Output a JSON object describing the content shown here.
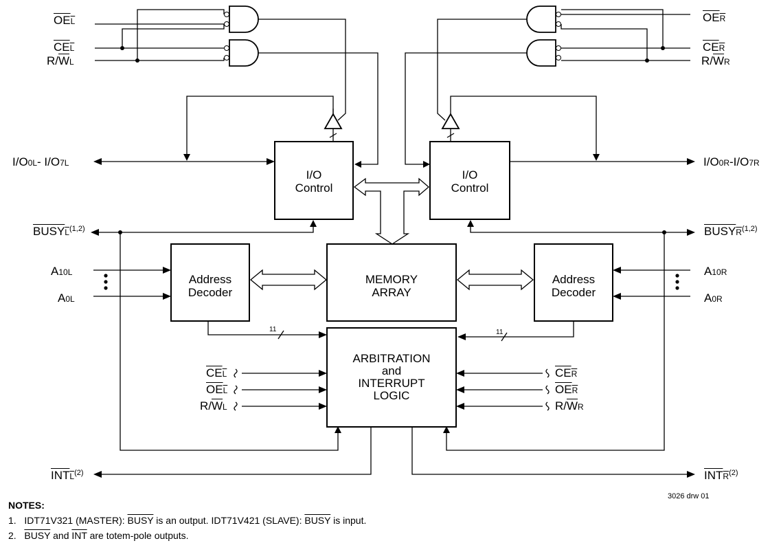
{
  "labels": {
    "oe_l_main": "OE",
    "oe_l_sub": "L",
    "ce_l_main": "CE",
    "ce_l_sub": "L",
    "rw_l_a": "R/",
    "rw_l_b": "W",
    "rw_l_sub": "L",
    "oe_r_main": "OE",
    "oe_r_sub": "R",
    "ce_r_main": "CE",
    "ce_r_sub": "R",
    "rw_r_a": "R/",
    "rw_r_b": "W",
    "rw_r_sub": "R",
    "io_l_a": "I/O",
    "io_l_sub1": "0L",
    "io_l_b": "- I/O",
    "io_l_sub2": "7L",
    "io_r_a": "I/O",
    "io_r_sub1": "0R",
    "io_r_b": "-I/O",
    "io_r_sub2": "7R",
    "busy_l_main": "BUSY",
    "busy_l_sub": "L",
    "busy_l_sup": "(1,2)",
    "busy_r_main": "BUSY",
    "busy_r_sub": "R",
    "busy_r_sup": "(1,2)",
    "a10l_main": "A",
    "a10l_sub": "10L",
    "a0l_main": "A",
    "a0l_sub": "0L",
    "a10r_main": "A",
    "a10r_sub": "10R",
    "a0r_main": "A",
    "a0r_sub": "0R",
    "int_l_main": "INT",
    "int_l_sub": "L",
    "int_l_sup": "(2)",
    "int_r_main": "INT",
    "int_r_sub": "R",
    "int_r_sup": "(2)",
    "arb_ce_l": "CE",
    "arb_ce_l_sub": "L",
    "arb_oe_l": "OE",
    "arb_oe_l_sub": "L",
    "arb_rw_l_a": "R/",
    "arb_rw_l_b": "W",
    "arb_rw_l_sub": "L",
    "arb_ce_r": "CE",
    "arb_ce_r_sub": "R",
    "arb_oe_r": "OE",
    "arb_oe_r_sub": "R",
    "arb_rw_r_a": "R/",
    "arb_rw_r_b": "W",
    "arb_rw_r_sub": "R",
    "bus_width_l": "11",
    "bus_width_r": "11",
    "drawing_id": "3026 drw 01"
  },
  "blocks": {
    "io_control_l": [
      "I/O",
      "Control"
    ],
    "io_control_r": [
      "I/O",
      "Control"
    ],
    "memory_array": [
      "MEMORY",
      "ARRAY"
    ],
    "addr_decoder_l": [
      "Address",
      "Decoder"
    ],
    "addr_decoder_r": [
      "Address",
      "Decoder"
    ],
    "arbitration": [
      "ARBITRATION",
      "and",
      "INTERRUPT",
      "LOGIC"
    ]
  },
  "notes": {
    "heading": "NOTES:",
    "n1_num": "1.",
    "n1_a": "IDT71V321 (MASTER): ",
    "n1_busy1": "BUSY",
    "n1_b": " is an output. IDT71V421 (SLAVE): ",
    "n1_busy2": "BUSY",
    "n1_c": " is input.",
    "n2_num": "2.",
    "n2_busy": "BUSY",
    "n2_and": " and ",
    "n2_int": "INT",
    "n2_rest": " are totem-pole outputs."
  }
}
